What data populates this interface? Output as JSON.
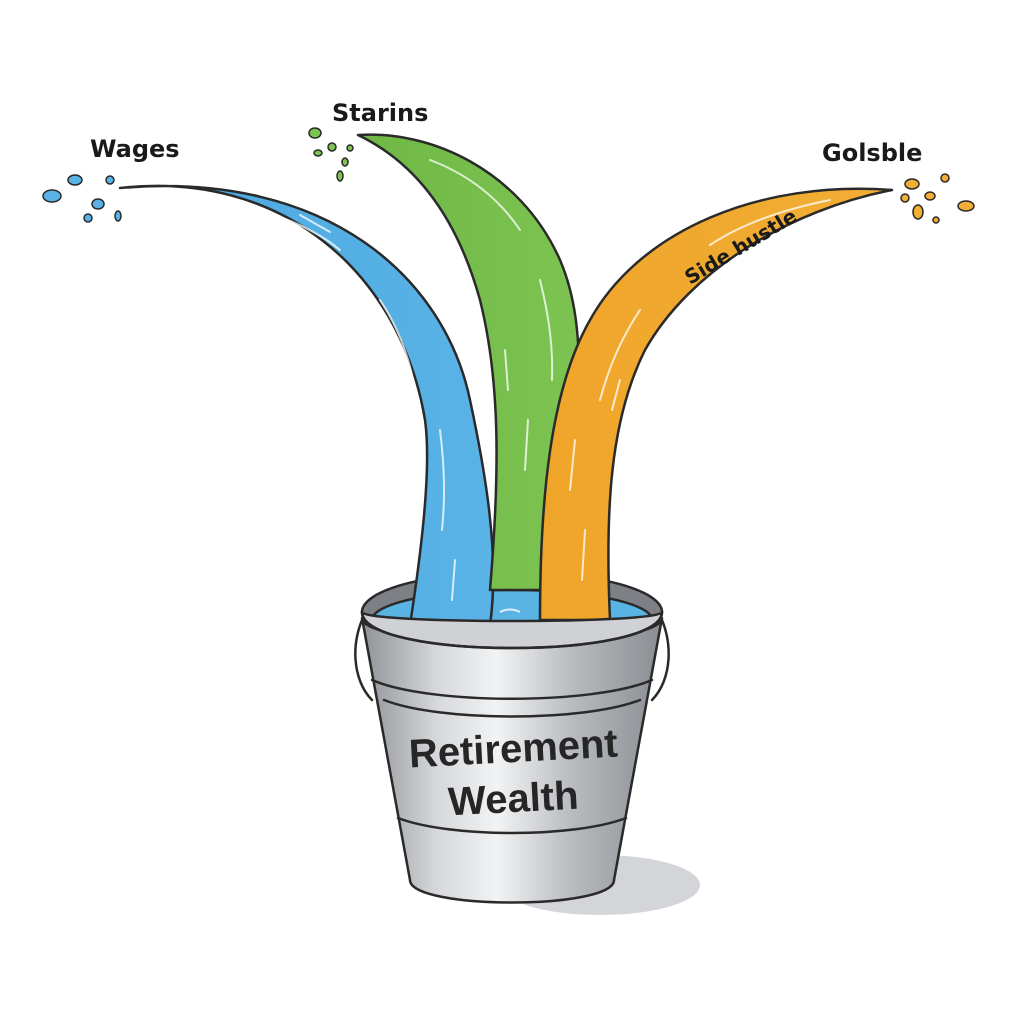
{
  "streams": [
    {
      "label": "Wages",
      "color": "#5ab3e6"
    },
    {
      "label": "Starins",
      "color": "#7dc352"
    },
    {
      "label": "Golsble",
      "color": "#f2ae35",
      "inner_label": "Side hustle"
    }
  ],
  "bucket": {
    "label_line1": "Retirement",
    "label_line2": "Wealth",
    "body_color": "#bcbec2",
    "water_color": "#59b3e3"
  }
}
